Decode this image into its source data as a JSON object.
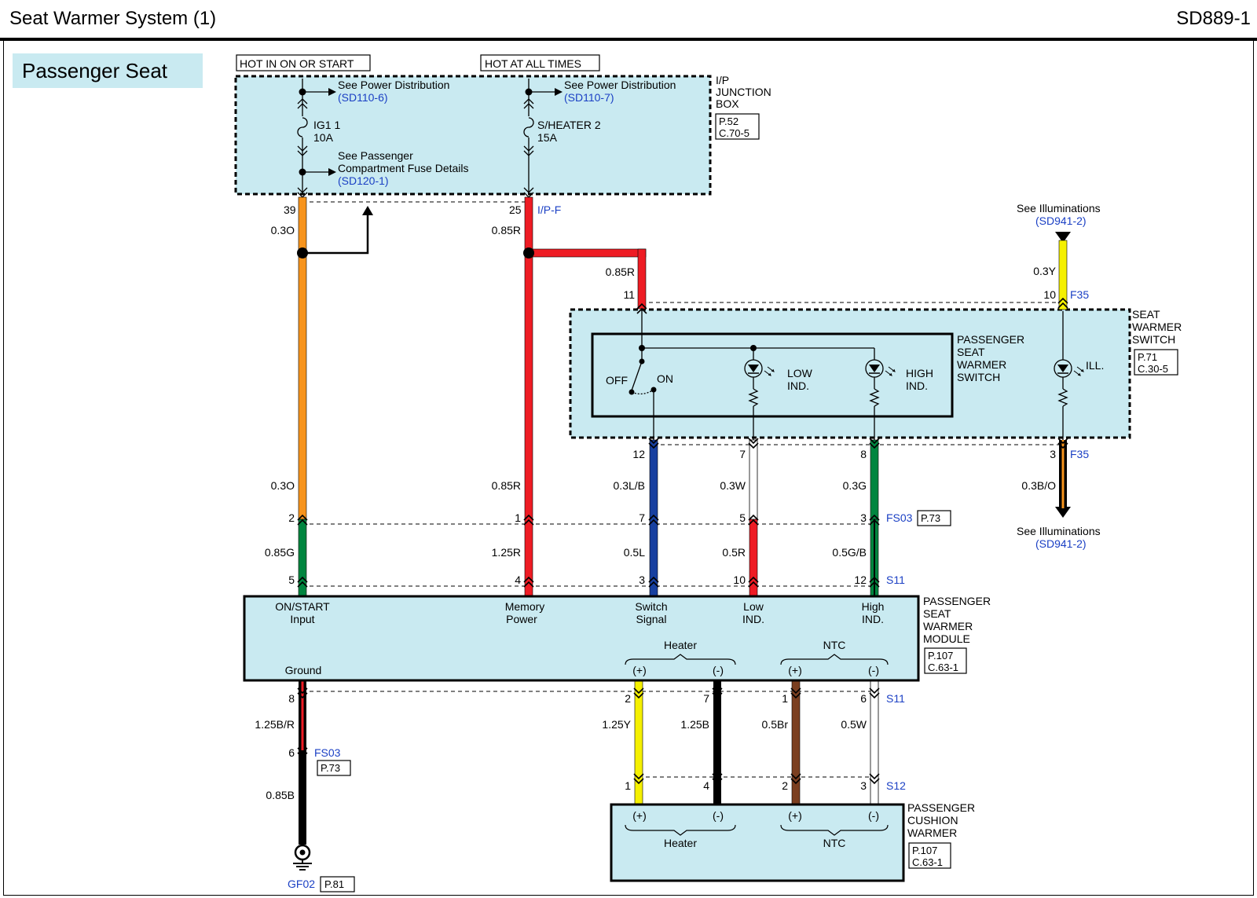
{
  "header": {
    "title": "Seat Warmer System (1)",
    "code": "SD889-1"
  },
  "section": "Passenger Seat",
  "power": {
    "hot_on_start": "HOT IN ON OR START",
    "hot_all_times": "HOT AT ALL TIMES",
    "see_power_dist": "See Power Distribution",
    "ref_sd110_6": "(SD110-6)",
    "ref_sd110_7": "(SD110-7)",
    "fuse1_name": "IG1 1",
    "fuse1_rating": "10A",
    "fuse2_name": "S/HEATER 2",
    "fuse2_rating": "15A",
    "see_passenger_1": "See Passenger",
    "see_passenger_2": "Compartment Fuse Details",
    "ref_sd120_1": "(SD120-1)",
    "jb_1": "I/P",
    "jb_2": "JUNCTION",
    "jb_3": "BOX",
    "jb_page": "P.52",
    "jb_conn": "C.70-5",
    "ipf": "I/P-F"
  },
  "illum": {
    "see": "See Illuminations",
    "ref": "(SD941-2)",
    "f35": "F35"
  },
  "switch_box": {
    "l1": "SEAT",
    "l2": "WARMER",
    "l3": "SWITCH",
    "page": "P.71",
    "conn": "C.30-5",
    "inner1": "PASSENGER",
    "inner2": "SEAT",
    "inner3": "WARMER",
    "inner4": "SWITCH",
    "off": "OFF",
    "on": "ON",
    "low1": "LOW",
    "low2": "IND.",
    "high1": "HIGH",
    "high2": "IND.",
    "ill": "ILL."
  },
  "module": {
    "l1": "PASSENGER",
    "l2": "SEAT",
    "l3": "WARMER",
    "l4": "MODULE",
    "page": "P.107",
    "conn": "C.63-1",
    "on_start_1": "ON/START",
    "on_start_2": "Input",
    "memory_1": "Memory",
    "memory_2": "Power",
    "switch_1": "Switch",
    "switch_2": "Signal",
    "low_1": "Low",
    "low_2": "IND.",
    "high_1": "High",
    "high_2": "IND.",
    "heater": "Heater",
    "ntc": "NTC",
    "plus": "(+)",
    "minus": "(-)",
    "ground": "Ground"
  },
  "cushion": {
    "l1": "PASSENGER",
    "l2": "CUSHION",
    "l3": "WARMER",
    "page": "P.107",
    "conn": "C.63-1",
    "heater": "Heater",
    "ntc": "NTC",
    "plus": "(+)",
    "minus": "(-)"
  },
  "connectors": {
    "fs03": "FS03",
    "p73": "P.73",
    "s11": "S11",
    "s12": "S12",
    "gf02": "GF02",
    "p81": "P.81"
  },
  "wires": {
    "w03O": "0.3O",
    "w085R": "0.85R",
    "w03Y": "0.3Y",
    "w03LB": "0.3L/B",
    "w03W": "0.3W",
    "w03G": "0.3G",
    "w03BO": "0.3B/O",
    "w085G": "0.85G",
    "w125R": "1.25R",
    "w05L": "0.5L",
    "w05R": "0.5R",
    "w05GB": "0.5G/B",
    "w125BR": "1.25B/R",
    "w125Y": "1.25Y",
    "w125B": "1.25B",
    "w05Br": "0.5Br",
    "w05W": "0.5W",
    "w085B": "0.85B"
  },
  "pins": {
    "p39": "39",
    "p25": "25",
    "p11": "11",
    "p10": "10",
    "p12": "12",
    "p7": "7",
    "p8": "8",
    "p3": "3",
    "p2": "2",
    "p1": "1",
    "p5": "5",
    "p4": "4",
    "p6": "6"
  },
  "colors": {
    "panel": "#c9eaf1",
    "orange": "#f7941d",
    "red": "#ee1c24",
    "green": "#00853f",
    "blue": "#1740a0",
    "yellow": "#f5f000",
    "brown": "#7b3f20",
    "black": "#000000",
    "link_blue": "#1a3fc4"
  }
}
